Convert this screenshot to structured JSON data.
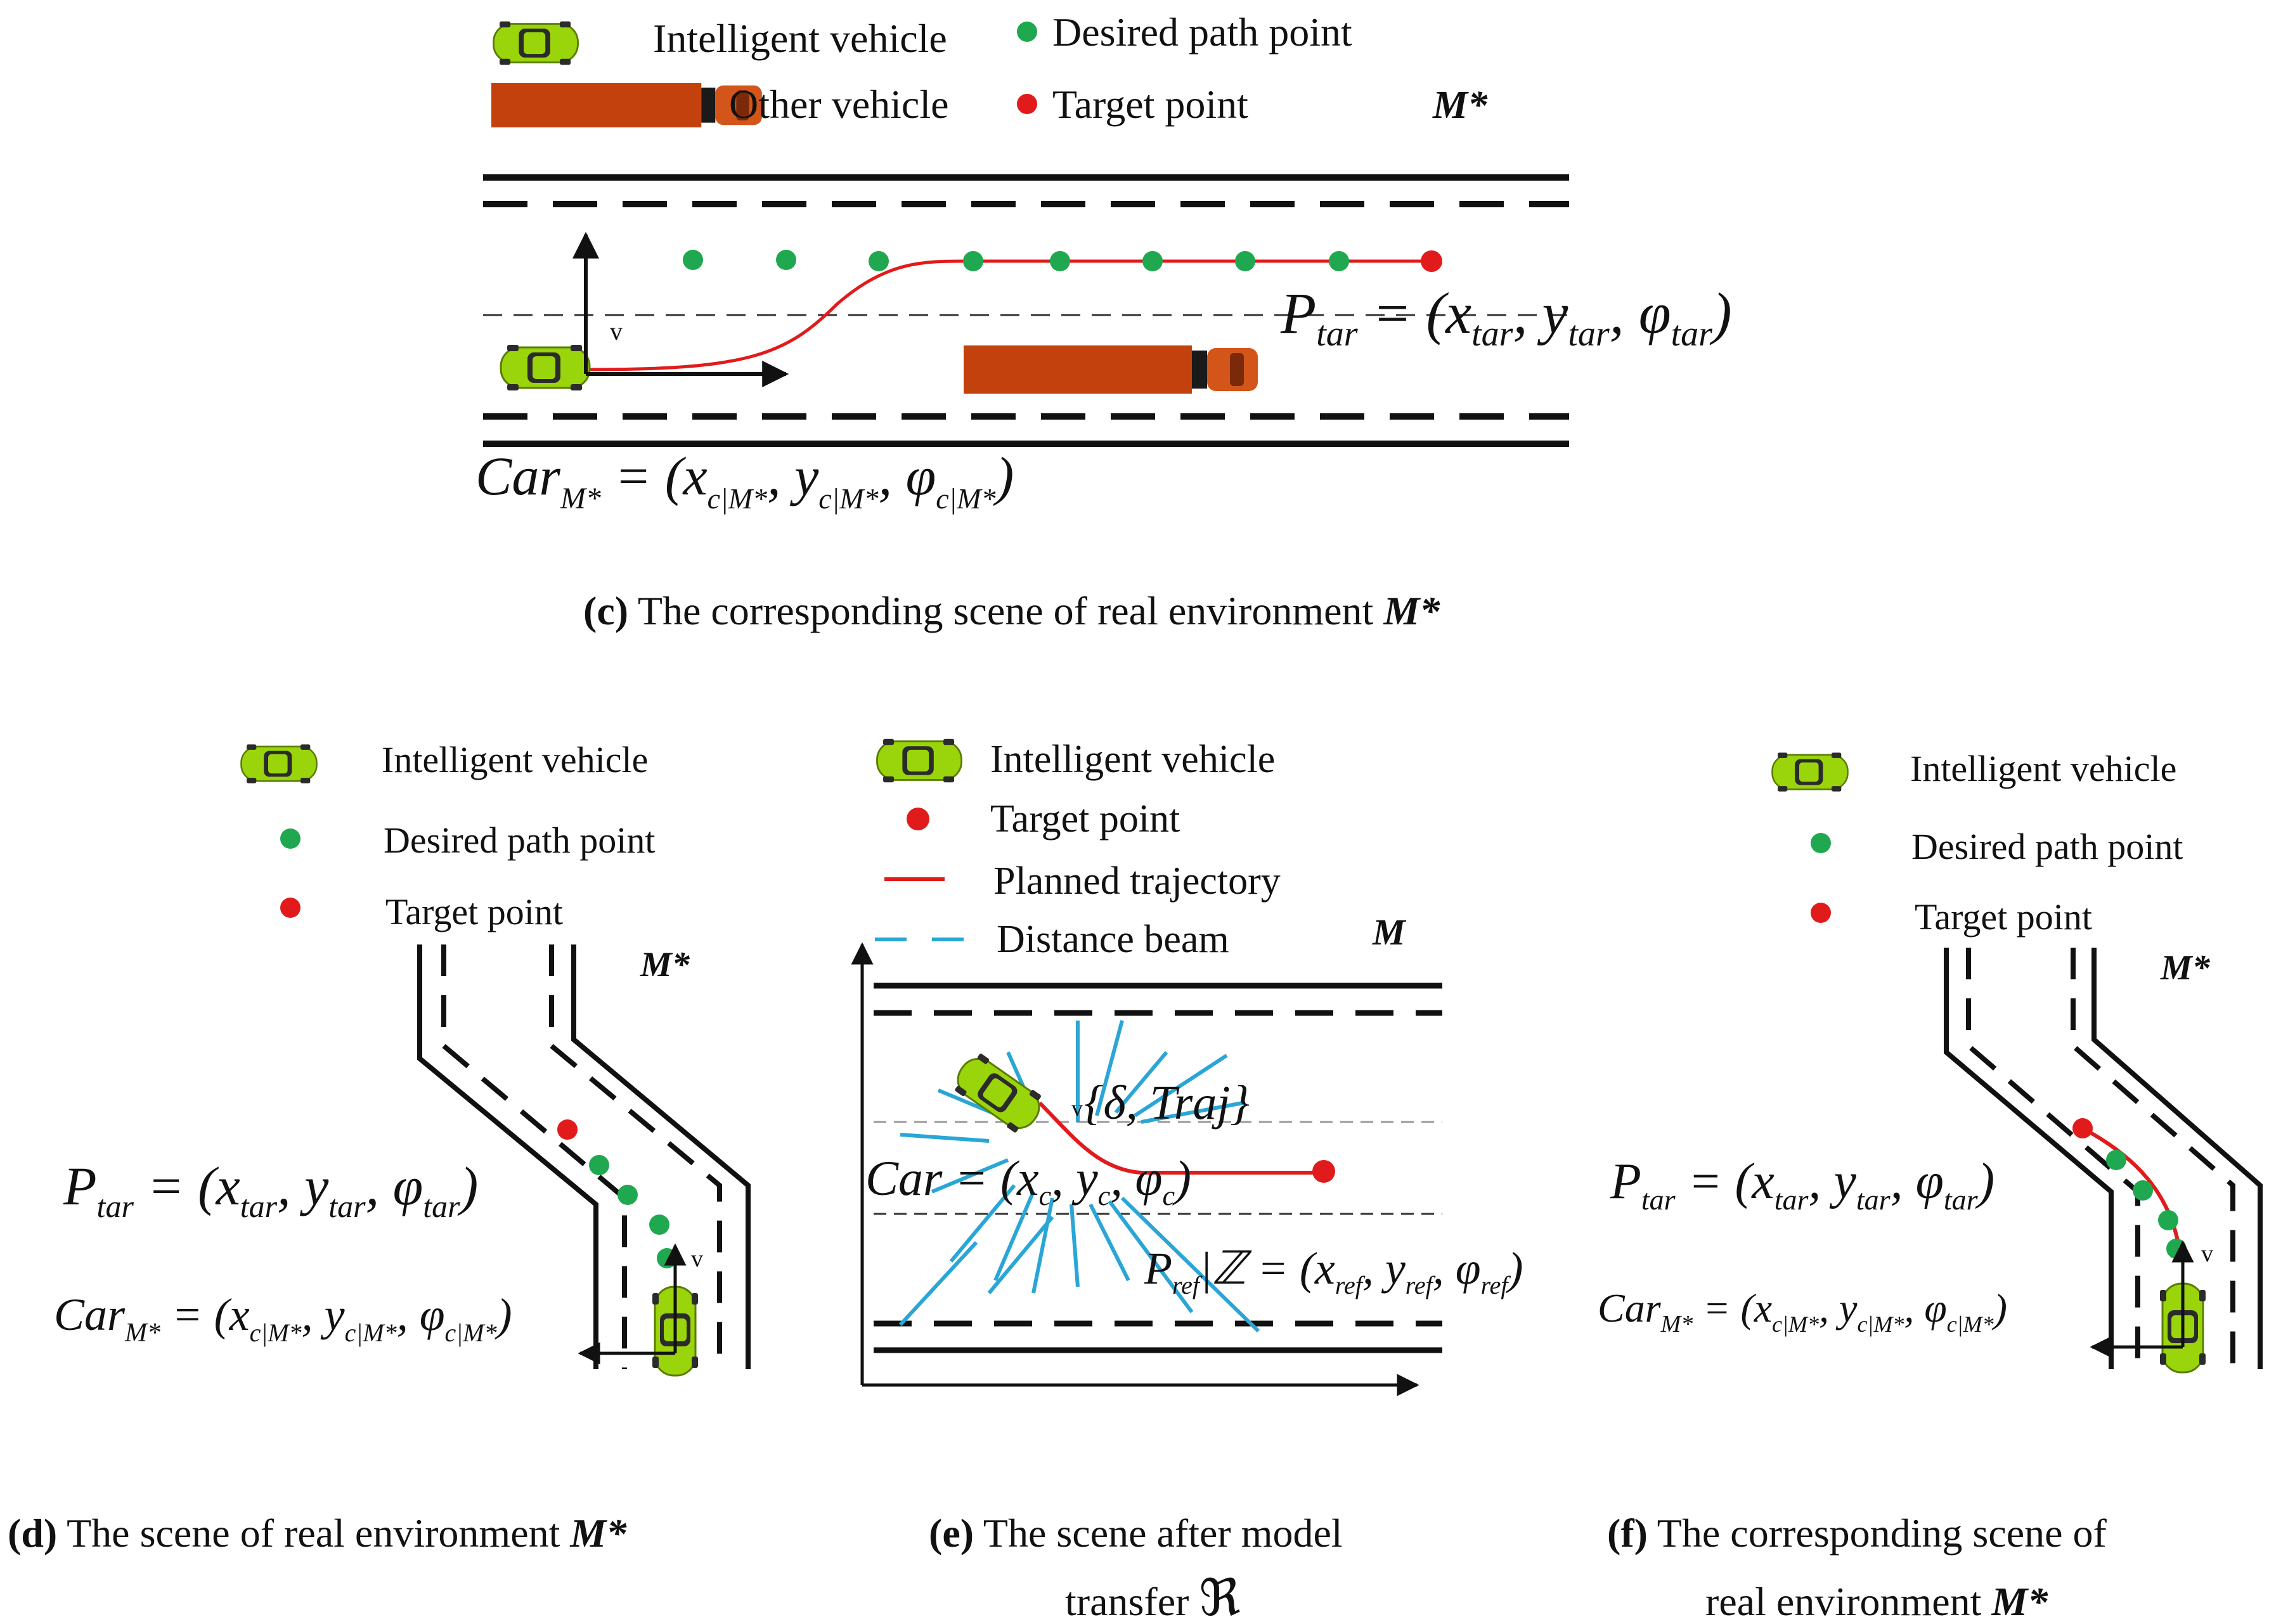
{
  "colors": {
    "accent_green": "#1fa84f",
    "target_red": "#e11b1b",
    "trajectory_red": "#e11b1b",
    "truck_orange": "#c2410c",
    "car_lime": "#9ad40a",
    "beam_blue": "#2aa6d6",
    "road_black": "#111111"
  },
  "panel_c": {
    "legend": {
      "intelligent_vehicle": "Intelligent vehicle",
      "other_vehicle": "Other vehicle",
      "desired_path_point": "Desired path point",
      "target_point": "Target point"
    },
    "env_label": "M*",
    "velocity_label": "v",
    "p_tar": {
      "sym": "P",
      "sub": "tar",
      "x": "x",
      "y": "y",
      "phi": "φ"
    },
    "car": {
      "sym": "Car",
      "sub": "M*",
      "x": "x",
      "y": "y",
      "phi": "φ",
      "coord_sub": "c|M*"
    },
    "caption": {
      "letter": "(c)",
      "text": "The corresponding scene of real environment",
      "env": "M*"
    }
  },
  "panel_d": {
    "legend": {
      "intelligent_vehicle": "Intelligent vehicle",
      "desired_path_point": "Desired path point",
      "target_point": "Target point"
    },
    "env_label": "M*",
    "velocity_label": "v",
    "caption": {
      "letter": "(d)",
      "text": "The scene of real environment",
      "env": "M*"
    }
  },
  "panel_e": {
    "legend": {
      "intelligent_vehicle": "Intelligent vehicle",
      "target_point": "Target point",
      "planned_trajectory": "Planned trajectory",
      "distance_beam": "Distance beam"
    },
    "env_label": "M",
    "velocity_label": "v",
    "action": "{δ, Traj}",
    "car": {
      "sym": "Car",
      "x": "x",
      "y": "y",
      "phi": "φ",
      "sub": "c"
    },
    "p_ref": {
      "sym": "P",
      "sub": "ref",
      "set": "|ℤ",
      "x": "x",
      "y": "y",
      "phi": "φ"
    },
    "caption": {
      "letter": "(e)",
      "line1": "The scene after model",
      "line2": "transfer",
      "symbol": "ℜ"
    }
  },
  "panel_f": {
    "legend": {
      "intelligent_vehicle": "Intelligent vehicle",
      "desired_path_point": "Desired path point",
      "target_point": "Target point"
    },
    "env_label": "M*",
    "velocity_label": "v",
    "caption": {
      "letter": "(f)",
      "line1": "The corresponding scene of",
      "line2": "real environment",
      "env": "M*"
    }
  }
}
